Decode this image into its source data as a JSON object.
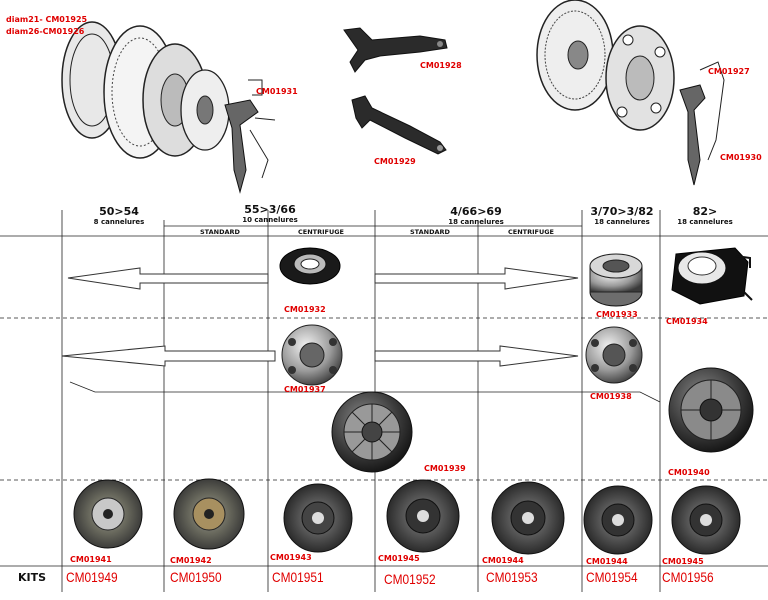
{
  "top": {
    "diam_labels": [
      "diam21- CM01925",
      "diam26-CM01926"
    ],
    "parts": {
      "left_assembly": "CM01931",
      "fork_upper": "CM01928",
      "fork_lower": "CM01929",
      "right_assembly": "CM01927",
      "right_fork": "CM01930"
    }
  },
  "columns": [
    {
      "period": "50>54",
      "splines": "8 cannelures"
    },
    {
      "period": "55>3/66",
      "splines": "10 cannelures"
    },
    {
      "period": "4/66>69",
      "splines": "18 cannelures"
    },
    {
      "period": "3/70>3/82",
      "splines": "18 cannelures"
    },
    {
      "period": "82>",
      "splines": "18 cannelures"
    }
  ],
  "subheaders": [
    "STANDARD",
    "CENTRIFUGE",
    "STANDARD",
    "CENTRIFUGE"
  ],
  "row1": {
    "bearing_a": "CM01932",
    "bearing_b": "CM01933",
    "bearing_c": "CM01934"
  },
  "row2": {
    "plate_a": "CM01937",
    "plate_b": "CM01938",
    "plate_c": "CM01939",
    "plate_d": "CM01940"
  },
  "discs": [
    "CM01941",
    "CM01942",
    "CM01943",
    "CM01945",
    "CM01944",
    "CM01944",
    "CM01945"
  ],
  "kits_label": "KITS",
  "kits": [
    "CM01949",
    "CM01950",
    "CM01951",
    "CM01952",
    "CM01953",
    "CM01954",
    "CM01956"
  ]
}
